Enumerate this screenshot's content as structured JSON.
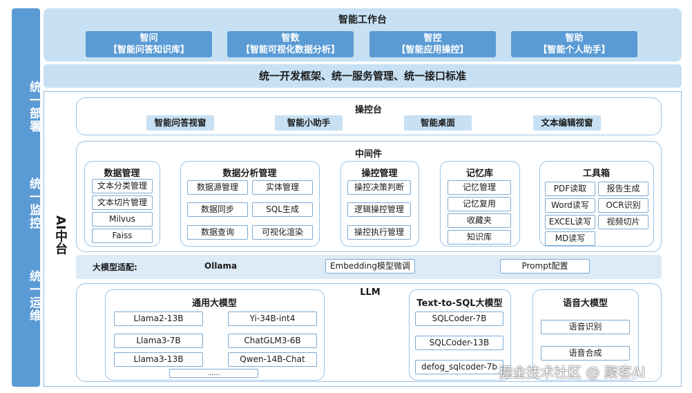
{
  "left_bar": [
    "统一部署",
    "统一监控",
    "统一运维"
  ],
  "workbench": {
    "title": "智能工作台",
    "items": [
      {
        "line1": "智问",
        "line2": "【智能问答知识库】"
      },
      {
        "line1": "智数",
        "line2": "【智能可视化数据分析】"
      },
      {
        "line1": "智控",
        "line2": "【智能应用操控】"
      },
      {
        "line1": "智助",
        "line2": "【智能个人助手】"
      }
    ]
  },
  "unified": "统一开发框架、统一服务管理、统一接口标准",
  "ai_label": "AI中台",
  "console": {
    "title": "操控台",
    "items": [
      "智能问答视窗",
      "智能小助手",
      "智能桌面",
      "文本编辑视窗"
    ]
  },
  "middleware": {
    "title": "中间件",
    "data_mgmt": {
      "title": "数据管理",
      "items": [
        "文本分类管理",
        "文本切片管理",
        "Milvus",
        "Faiss"
      ]
    },
    "analysis_mgmt": {
      "title": "数据分析管理",
      "items": [
        "数据源管理",
        "实体管理",
        "数据同步",
        "SQL生成",
        "数据查询",
        "可视化渲染"
      ]
    },
    "control_mgmt": {
      "title": "操控管理",
      "items": [
        "操控决策判断",
        "逻辑操控管理",
        "操控执行管理"
      ]
    },
    "memory": {
      "title": "记忆库",
      "items": [
        "记忆管理",
        "记忆复用",
        "收藏夹",
        "知识库"
      ]
    },
    "toolbox": {
      "title": "工具箱",
      "items": [
        "PDF读取",
        "报告生成",
        "Word读写",
        "OCR识别",
        "EXCEL读写",
        "视频切片",
        "MD读写"
      ]
    }
  },
  "adaptation": {
    "label": "大模型适配:",
    "ollama": "Ollama",
    "embedding": "Embedding模型微调",
    "prompt": "Prompt配置"
  },
  "llm": {
    "title": "LLM",
    "general": {
      "title": "通用大模型",
      "items": [
        "Llama2-13B",
        "Yi-34B-int4",
        "Llama3-7B",
        "ChatGLM3-6B",
        "Llama3-13B",
        "Qwen-14B-Chat",
        "......"
      ]
    },
    "text2sql": {
      "title": "Text-to-SQL大模型",
      "items": [
        "SQLCoder-7B",
        "SQLCoder-13B",
        "defog_sqlcoder-7b"
      ]
    },
    "voice": {
      "title": "语音大模型",
      "items": [
        "语音识别",
        "语音合成"
      ]
    }
  },
  "watermark": "掘金技术社区 @ 聚客AI"
}
